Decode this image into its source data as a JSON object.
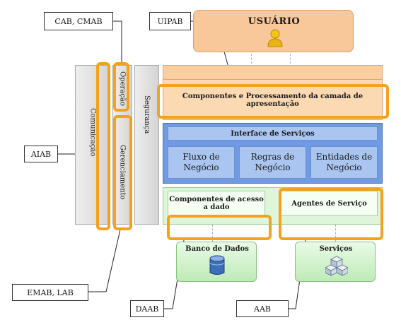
{
  "callouts": {
    "cab_cmab": "CAB, CMAB",
    "uipab": "UIPAB",
    "aiab": "AIAB",
    "emab_lab": "EMAB, LAB",
    "daab": "DAAB",
    "aab": "AAB"
  },
  "columns": {
    "comunicacao": "Comunicação",
    "operacao": "Operação",
    "gerenciamento": "Gerenciamento",
    "seguranca": "Segurança"
  },
  "user": {
    "title": "USUÁRIO",
    "icon": "user-icon"
  },
  "presentation": {
    "label": "Componentes e Processamento da camada de apresentação"
  },
  "services_layer": {
    "title": "Interface de Serviços",
    "items": [
      "Fluxo de Negócio",
      "Regras de Negócio",
      "Entidades de Negócio"
    ]
  },
  "data_layer": {
    "components": "Componentes de acesso a dado",
    "agents": "Agentes de Serviço"
  },
  "bottom": {
    "database": {
      "label": "Banco de Dados",
      "icon": "database-icon"
    },
    "services": {
      "label": "Serviços",
      "icon": "cubes-icon"
    }
  },
  "colors": {
    "highlight": "#f4a21e",
    "user_fill": "#f8c79a",
    "presentation_fill": "#fbd9b3",
    "services_fill": "#6f9be6",
    "data_fill": "#dff5da"
  }
}
